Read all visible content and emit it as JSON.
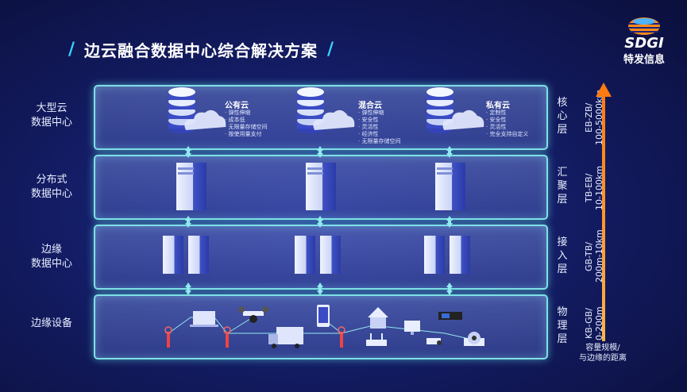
{
  "title": "边云融合数据中心综合解决方案",
  "logo": {
    "brand": "SDGI",
    "name": "特发信息"
  },
  "layers": [
    {
      "left": "大型云\n数据中心",
      "right": "核\n心\n层",
      "scale": "EB-ZB/\n100-5000km"
    },
    {
      "left": "分布式\n数据中心",
      "right": "汇\n聚\n层",
      "scale": "TB-EB/\n10-100km"
    },
    {
      "left": "边缘\n数据中心",
      "right": "接\n入\n层",
      "scale": "GB-TB/\n200m-10km"
    },
    {
      "left": "边缘设备",
      "right": "物\n理\n层",
      "scale": "KB-GB/\n0-200m"
    }
  ],
  "clouds": [
    {
      "title": "公有云",
      "features": [
        "· 弹性伸缩",
        "· 成本低",
        "· 无限量存储空间",
        "· 按使用量支付"
      ]
    },
    {
      "title": "混合云",
      "features": [
        "· 弹性伸缩",
        "· 安全性",
        "· 灵活性",
        "· 经济性",
        "· 无限量存储空间"
      ]
    },
    {
      "title": "私有云",
      "features": [
        "· 定制性",
        "· 安全性",
        "· 灵活性",
        "· 完全支持自定义"
      ]
    }
  ],
  "axis_caption": "容量规模/\n与边缘的距离",
  "colors": {
    "band_border": "#7fe0e6",
    "accent": "#39d1ff",
    "arrow": "#ff9a1f"
  }
}
